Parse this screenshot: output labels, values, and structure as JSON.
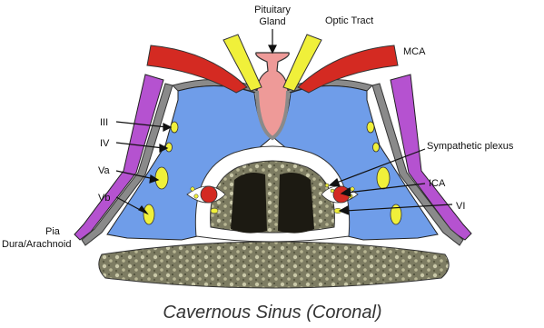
{
  "labels": {
    "pituitary_line1": "Pituitary",
    "pituitary_line2": "Gland",
    "optic_tract": "Optic Tract",
    "mca": "MCA",
    "iii": "III",
    "iv": "IV",
    "va": "Va",
    "vb": "Vb",
    "sympathetic": "Sympathetic plexus",
    "ica": "ICA",
    "vi": "VI",
    "pia": "Pia",
    "dura": "Dura/Arachnoid"
  },
  "caption": "Cavernous Sinus (Coronal)",
  "colors": {
    "sinus": "#6f9de9",
    "artery": "#d42a22",
    "nerve": "#f0f03a",
    "pituitary": "#ee9a98",
    "pia": "#b552d0",
    "dura": "#8a8a8a",
    "bone": "#7d7c62",
    "sphenoid_sinus": "#1c1a12"
  }
}
